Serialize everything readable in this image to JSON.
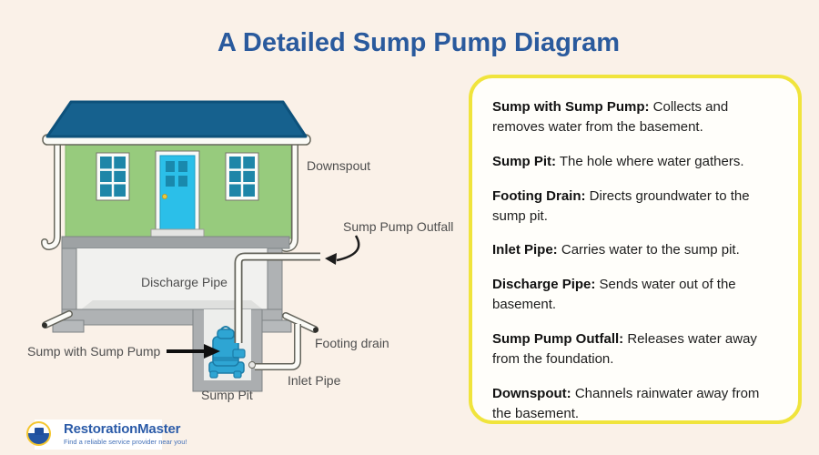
{
  "title": "A Detailed Sump Pump Diagram",
  "colors": {
    "background": "#FAF1E8",
    "title_text": "#2A5A9D",
    "panel_border": "#F0E43C",
    "panel_background": "#FFFEFA",
    "diagram_label_text": "#4E4E4E",
    "roof": "#16618E",
    "wall": "#97CB7D",
    "door": "#2BBFE9",
    "window_pane": "#1E86A8",
    "pump": "#2EA5D3",
    "logo_text": "#2B5BA8"
  },
  "diagram": {
    "labels": {
      "downspout": "Downspout",
      "sump_pump_outfall": "Sump Pump Outfall",
      "discharge_pipe": "Discharge Pipe",
      "sump_with_sump_pump": "Sump with Sump Pump",
      "footing_drain": "Footing drain",
      "inlet_pipe": "Inlet Pipe",
      "sump_pit": "Sump Pit"
    }
  },
  "panel": {
    "entries": [
      {
        "term": "Sump with Sump Pump:",
        "desc": " Collects and removes water from the basement."
      },
      {
        "term": "Sump Pit:",
        "desc": " The hole where water gathers."
      },
      {
        "term": "Footing Drain:",
        "desc": " Directs groundwater to the sump pit."
      },
      {
        "term": "Inlet Pipe:",
        "desc": " Carries water to the sump pit."
      },
      {
        "term": "Discharge Pipe:",
        "desc": " Sends water out of the basement."
      },
      {
        "term": "Sump Pump Outfall:",
        "desc": " Releases water away from the foundation."
      },
      {
        "term": "Downspout:",
        "desc": " Channels rainwater away from the basement."
      }
    ]
  },
  "logo": {
    "name": "RestorationMaster",
    "tagline": "Find a reliable service provider near you!"
  }
}
